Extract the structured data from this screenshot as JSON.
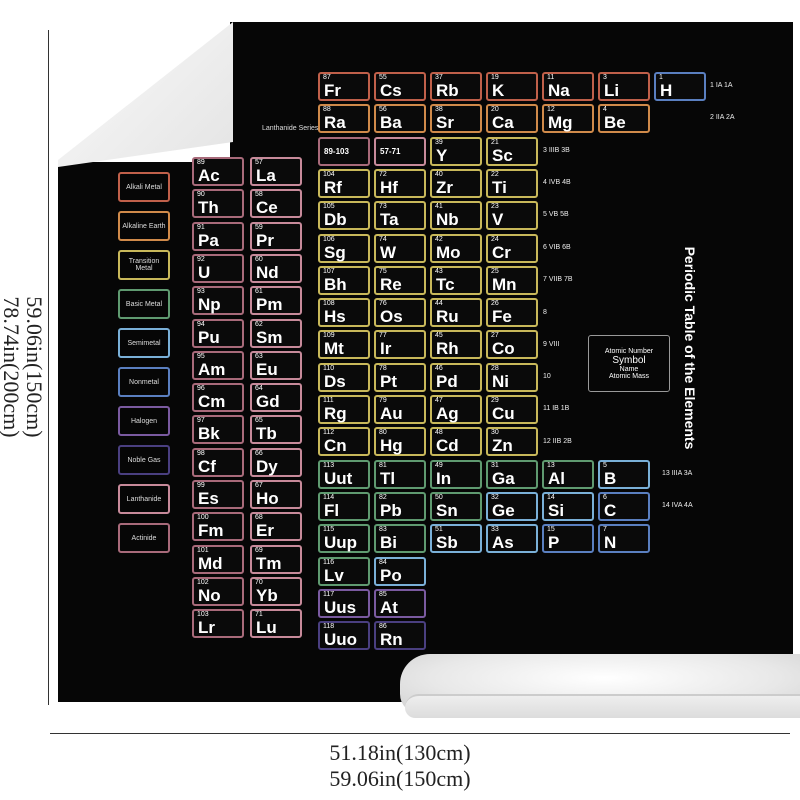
{
  "title": "Periodic Table of the Elements",
  "series_label": "Lanthanide Series",
  "key": {
    "atomic_number": "Atomic Number",
    "symbol": "Symbol",
    "name": "Name",
    "atomic_mass": "Atomic Mass"
  },
  "dimensions": {
    "vertical_1": "59.06in(150cm)",
    "vertical_2": "78.74in(200cm)",
    "horizontal_1": "51.18in(130cm)",
    "horizontal_2": "59.06in(150cm)"
  },
  "colors": {
    "alkali": "#c0604a",
    "alkaline": "#d08a4a",
    "transition": "#c8b85a",
    "basic": "#5f9a70",
    "semimetal": "#7ab0d8",
    "nonmetal": "#5a7fc0",
    "halogen": "#7a5aa0",
    "noble": "#4a3f80",
    "lanthanide": "#c78a9a",
    "actinide": "#a86a7a"
  },
  "legend": [
    {
      "label": "Alkali Metal",
      "cat": "alkali"
    },
    {
      "label": "Alkaline Earth",
      "cat": "alkaline"
    },
    {
      "label": "Transition Metal",
      "cat": "transition"
    },
    {
      "label": "Basic Metal",
      "cat": "basic"
    },
    {
      "label": "Semimetal",
      "cat": "semimetal"
    },
    {
      "label": "Nonmetal",
      "cat": "nonmetal"
    },
    {
      "label": "Halogen",
      "cat": "halogen"
    },
    {
      "label": "Noble Gas",
      "cat": "noble"
    },
    {
      "label": "Lanthanide",
      "cat": "lanthanide"
    },
    {
      "label": "Actinide",
      "cat": "actinide"
    }
  ],
  "group_labels": [
    "1 IA 1A",
    "2 IIA 2A",
    "3 IIIB 3B",
    "4 IVB 4B",
    "5 VB 5B",
    "6 VIB 6B",
    "7 VIIB 7B",
    "8",
    "9 VIII",
    "10",
    "11 IB 1B",
    "12 IIB 2B",
    "13 IIIA 3A",
    "14 IVA 4A"
  ],
  "elements": [
    [
      "H",
      1,
      1,
      1,
      "nonmetal"
    ],
    [
      "Li",
      3,
      2,
      1,
      "alkali"
    ],
    [
      "Na",
      11,
      3,
      1,
      "alkali"
    ],
    [
      "K",
      19,
      4,
      1,
      "alkali"
    ],
    [
      "Rb",
      37,
      5,
      1,
      "alkali"
    ],
    [
      "Cs",
      55,
      6,
      1,
      "alkali"
    ],
    [
      "Fr",
      87,
      7,
      1,
      "alkali"
    ],
    [
      "Be",
      4,
      2,
      2,
      "alkaline"
    ],
    [
      "Mg",
      12,
      3,
      2,
      "alkaline"
    ],
    [
      "Ca",
      20,
      4,
      2,
      "alkaline"
    ],
    [
      "Sr",
      38,
      5,
      2,
      "alkaline"
    ],
    [
      "Ba",
      56,
      6,
      2,
      "alkaline"
    ],
    [
      "Ra",
      88,
      7,
      2,
      "alkaline"
    ],
    [
      "Sc",
      21,
      4,
      3,
      "transition"
    ],
    [
      "Y",
      39,
      5,
      3,
      "transition"
    ],
    [
      "57-71",
      "",
      6,
      3,
      "lanthanide"
    ],
    [
      "89-103",
      "",
      7,
      3,
      "actinide"
    ],
    [
      "Ti",
      22,
      4,
      4,
      "transition"
    ],
    [
      "Zr",
      40,
      5,
      4,
      "transition"
    ],
    [
      "Hf",
      72,
      6,
      4,
      "transition"
    ],
    [
      "Rf",
      104,
      7,
      4,
      "transition"
    ],
    [
      "V",
      23,
      4,
      5,
      "transition"
    ],
    [
      "Nb",
      41,
      5,
      5,
      "transition"
    ],
    [
      "Ta",
      73,
      6,
      5,
      "transition"
    ],
    [
      "Db",
      105,
      7,
      5,
      "transition"
    ],
    [
      "Cr",
      24,
      4,
      6,
      "transition"
    ],
    [
      "Mo",
      42,
      5,
      6,
      "transition"
    ],
    [
      "W",
      74,
      6,
      6,
      "transition"
    ],
    [
      "Sg",
      106,
      7,
      6,
      "transition"
    ],
    [
      "Mn",
      25,
      4,
      7,
      "transition"
    ],
    [
      "Tc",
      43,
      5,
      7,
      "transition"
    ],
    [
      "Re",
      75,
      6,
      7,
      "transition"
    ],
    [
      "Bh",
      107,
      7,
      7,
      "transition"
    ],
    [
      "Fe",
      26,
      4,
      8,
      "transition"
    ],
    [
      "Ru",
      44,
      5,
      8,
      "transition"
    ],
    [
      "Os",
      76,
      6,
      8,
      "transition"
    ],
    [
      "Hs",
      108,
      7,
      8,
      "transition"
    ],
    [
      "Co",
      27,
      4,
      9,
      "transition"
    ],
    [
      "Rh",
      45,
      5,
      9,
      "transition"
    ],
    [
      "Ir",
      77,
      6,
      9,
      "transition"
    ],
    [
      "Mt",
      109,
      7,
      9,
      "transition"
    ],
    [
      "Ni",
      28,
      4,
      10,
      "transition"
    ],
    [
      "Pd",
      46,
      5,
      10,
      "transition"
    ],
    [
      "Pt",
      78,
      6,
      10,
      "transition"
    ],
    [
      "Ds",
      110,
      7,
      10,
      "transition"
    ],
    [
      "Cu",
      29,
      4,
      11,
      "transition"
    ],
    [
      "Ag",
      47,
      5,
      11,
      "transition"
    ],
    [
      "Au",
      79,
      6,
      11,
      "transition"
    ],
    [
      "Rg",
      111,
      7,
      11,
      "transition"
    ],
    [
      "Zn",
      30,
      4,
      12,
      "transition"
    ],
    [
      "Cd",
      48,
      5,
      12,
      "transition"
    ],
    [
      "Hg",
      80,
      6,
      12,
      "transition"
    ],
    [
      "Cn",
      112,
      7,
      12,
      "transition"
    ],
    [
      "B",
      5,
      2,
      13,
      "semimetal"
    ],
    [
      "Al",
      13,
      3,
      13,
      "basic"
    ],
    [
      "Ga",
      31,
      4,
      13,
      "basic"
    ],
    [
      "In",
      49,
      5,
      13,
      "basic"
    ],
    [
      "Tl",
      81,
      6,
      13,
      "basic"
    ],
    [
      "Uut",
      113,
      7,
      13,
      "basic"
    ],
    [
      "C",
      6,
      2,
      14,
      "nonmetal"
    ],
    [
      "Si",
      14,
      3,
      14,
      "semimetal"
    ],
    [
      "Ge",
      32,
      4,
      14,
      "semimetal"
    ],
    [
      "Sn",
      50,
      5,
      14,
      "basic"
    ],
    [
      "Pb",
      82,
      6,
      14,
      "basic"
    ],
    [
      "Fl",
      114,
      7,
      14,
      "basic"
    ],
    [
      "N",
      7,
      2,
      15,
      "nonmetal"
    ],
    [
      "P",
      15,
      3,
      15,
      "nonmetal"
    ],
    [
      "As",
      33,
      4,
      15,
      "semimetal"
    ],
    [
      "Sb",
      51,
      5,
      15,
      "semimetal"
    ],
    [
      "Bi",
      83,
      6,
      15,
      "basic"
    ],
    [
      "Uup",
      115,
      7,
      15,
      "basic"
    ],
    [
      "Po",
      84,
      6,
      16,
      "semimetal"
    ],
    [
      "Lv",
      116,
      7,
      16,
      "basic"
    ],
    [
      "At",
      85,
      6,
      17,
      "halogen"
    ],
    [
      "Uus",
      117,
      7,
      17,
      "halogen"
    ],
    [
      "Rn",
      86,
      6,
      18,
      "noble"
    ],
    [
      "Uuo",
      118,
      7,
      18,
      "noble"
    ]
  ],
  "lanthanides": [
    [
      "La",
      57
    ],
    [
      "Ce",
      58
    ],
    [
      "Pr",
      59
    ],
    [
      "Nd",
      60
    ],
    [
      "Pm",
      61
    ],
    [
      "Sm",
      62
    ],
    [
      "Eu",
      63
    ],
    [
      "Gd",
      64
    ],
    [
      "Tb",
      65
    ],
    [
      "Dy",
      66
    ],
    [
      "Ho",
      67
    ],
    [
      "Er",
      68
    ],
    [
      "Tm",
      69
    ],
    [
      "Yb",
      70
    ],
    [
      "Lu",
      71
    ]
  ],
  "actinides": [
    [
      "Ac",
      89
    ],
    [
      "Th",
      90
    ],
    [
      "Pa",
      91
    ],
    [
      "U",
      92
    ],
    [
      "Np",
      93
    ],
    [
      "Pu",
      94
    ],
    [
      "Am",
      95
    ],
    [
      "Cm",
      96
    ],
    [
      "Bk",
      97
    ],
    [
      "Cf",
      98
    ],
    [
      "Es",
      99
    ],
    [
      "Fm",
      100
    ],
    [
      "Md",
      101
    ],
    [
      "No",
      102
    ],
    [
      "Lr",
      103
    ]
  ]
}
